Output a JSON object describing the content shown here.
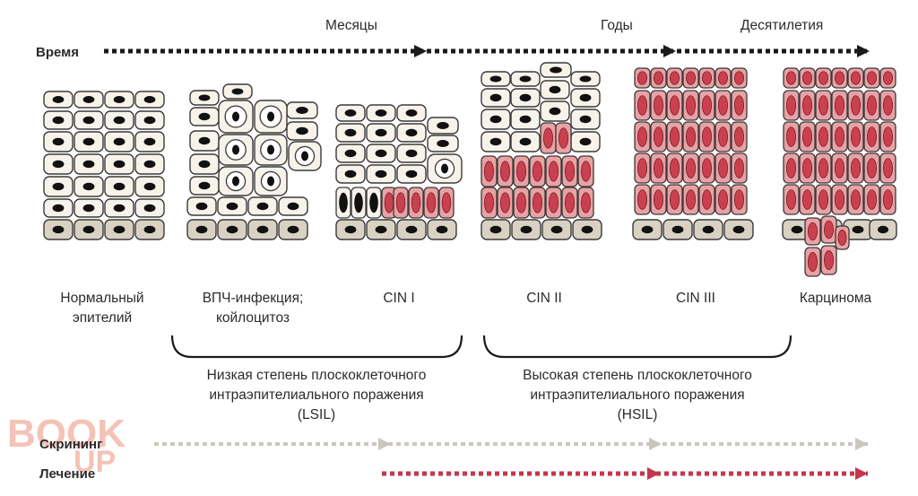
{
  "timeline": {
    "label": "Время",
    "markers": [
      "Месяцы",
      "Годы",
      "Десятилетия"
    ]
  },
  "stages": [
    {
      "label_lines": [
        "Нормальный",
        "эпителий"
      ]
    },
    {
      "label_lines": [
        "ВПЧ-инфекция;",
        "койлоцитоз"
      ]
    },
    {
      "label_lines": [
        "CIN I"
      ]
    },
    {
      "label_lines": [
        "CIN II"
      ]
    },
    {
      "label_lines": [
        "CIN III"
      ]
    },
    {
      "label_lines": [
        "Карцинома"
      ]
    }
  ],
  "groups": [
    {
      "label_lines": [
        "Низкая степень плоскоклеточного",
        "интраэпителиального поражения",
        "(LSIL)"
      ]
    },
    {
      "label_lines": [
        "Высокая степень плоскоклеточного",
        "интраэпителиального поражения",
        "(HSIL)"
      ]
    }
  ],
  "rows": {
    "screening": "Скрининг",
    "treatment": "Лечение"
  },
  "watermark": {
    "line1": "BOOK",
    "line2": "UP"
  },
  "colors": {
    "normal_cell_fill": "#f7f3ea",
    "basal_cell_fill": "#d9d2c3",
    "abnormal_cell_fill": "#e8a2a4",
    "abnormal_nucleus": "#c9414f",
    "nucleus": "#111111",
    "timeline_arrow": "#1a1a1a",
    "screening_arrow": "#c9c6bc",
    "treatment_arrow": "#c2384c",
    "watermark": "#f2b3a4"
  }
}
